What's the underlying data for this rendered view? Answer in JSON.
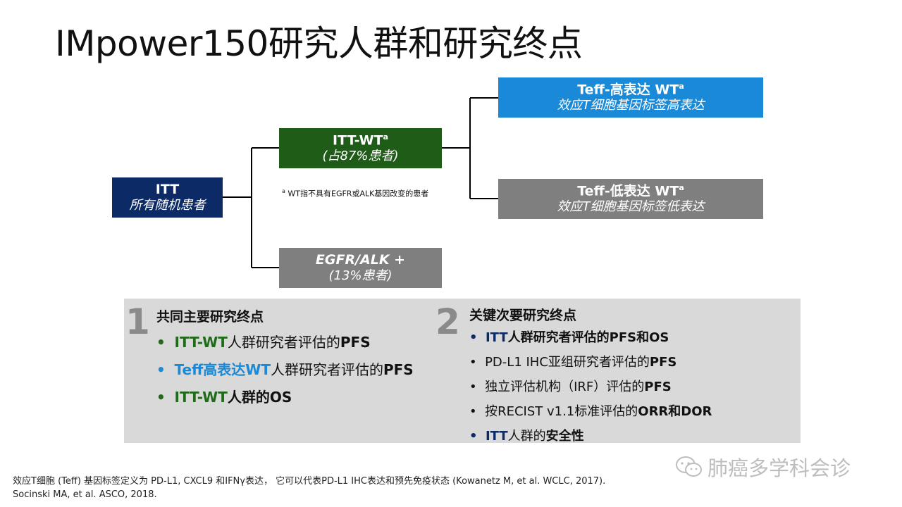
{
  "title": "IMpower150研究人群和研究终点",
  "diagram": {
    "itt": {
      "line1": "ITT",
      "line2": "所有随机患者"
    },
    "itt_wt": {
      "line1": "ITT-WT",
      "sup": "a",
      "line2": "(占87%患者)"
    },
    "egfr_alk": {
      "line1": "EGFR/ALK +",
      "line2": "(13%患者)"
    },
    "teff_high": {
      "line1": "Teff-高表达 WT",
      "sup": "a",
      "line2": "效应T细胞基因标签高表达"
    },
    "teff_low": {
      "line1": "Teff-低表达 WT",
      "sup": "a",
      "line2": "效应T细胞基因标签低表达"
    },
    "footnote": {
      "sup": "a",
      "text": " WT指不具有EGFR或ALK基因改变的患者"
    }
  },
  "panel": {
    "primary": {
      "number": "1",
      "title": "共同主要研究终点",
      "items": [
        {
          "bullet": "•",
          "p1": "ITT-WT",
          "p2": "人群研究者评估的",
          "p3": "PFS"
        },
        {
          "bullet": "•",
          "p1": "Teff高表达WT",
          "p2": "人群研究者评估的",
          "p3": "PFS"
        },
        {
          "bullet": "•",
          "p1": "ITT-WT",
          "p2": "人群的OS"
        }
      ]
    },
    "secondary": {
      "number": "2",
      "title": "关键次要研究终点",
      "items": [
        {
          "bullet": "•",
          "p1": "ITT",
          "p2": "人群研究者评估的PFS和OS"
        },
        {
          "bullet": "•",
          "p1": "PD-L1 IHC亚组研究者评估的",
          "p2": "PFS"
        },
        {
          "bullet": "•",
          "p1": "独立评估机构（IRF）评估的",
          "p2": "PFS"
        },
        {
          "bullet": "•",
          "p1": "按RECIST v1.1标准评估的",
          "p2": "ORR和DOR"
        },
        {
          "bullet": "•",
          "p1": "ITT",
          "p2": "人群的",
          "p3": "安全性"
        }
      ]
    }
  },
  "references": {
    "line1": "效应T细胞 (Teff) 基因标签定义为 PD-L1, CXCL9 和IFNγ表达， 它可以代表PD-L1 IHC表达和预先免疫状态 (Kowanetz M, et al. WCLC, 2017).",
    "line2": "Socinski MA, et al. ASCO, 2018."
  },
  "watermark": {
    "text": "肺癌多学科会诊",
    "icon": "wechat-icon"
  },
  "colors": {
    "navy": "#0c2a66",
    "green": "#1f5c17",
    "blue": "#1a8ad8",
    "gray": "#7f7f7f",
    "panel": "#d9d9d9"
  }
}
